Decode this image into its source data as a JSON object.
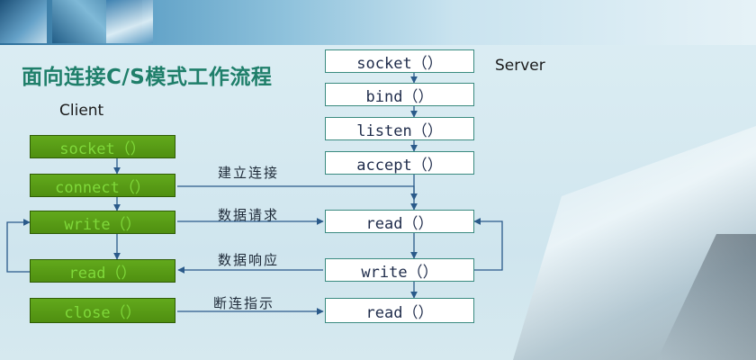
{
  "title": "面向连接C/S模式工作流程",
  "client_label": "Client",
  "server_label": "Server",
  "client_steps": [
    "socket（）",
    "connect（）",
    "write（）",
    "read（）",
    "close（）"
  ],
  "server_steps": [
    "socket（）",
    "bind（）",
    "listen（）",
    "accept（）",
    "read（）",
    "write（）",
    "read（）"
  ],
  "edges": [
    "建立连接",
    "数据请求",
    "数据响应",
    "断连指示"
  ],
  "colors": {
    "title": "#1f7f6a",
    "client_box": "#56991a",
    "client_text": "#7fd83a",
    "server_border": "#3a8b80"
  }
}
